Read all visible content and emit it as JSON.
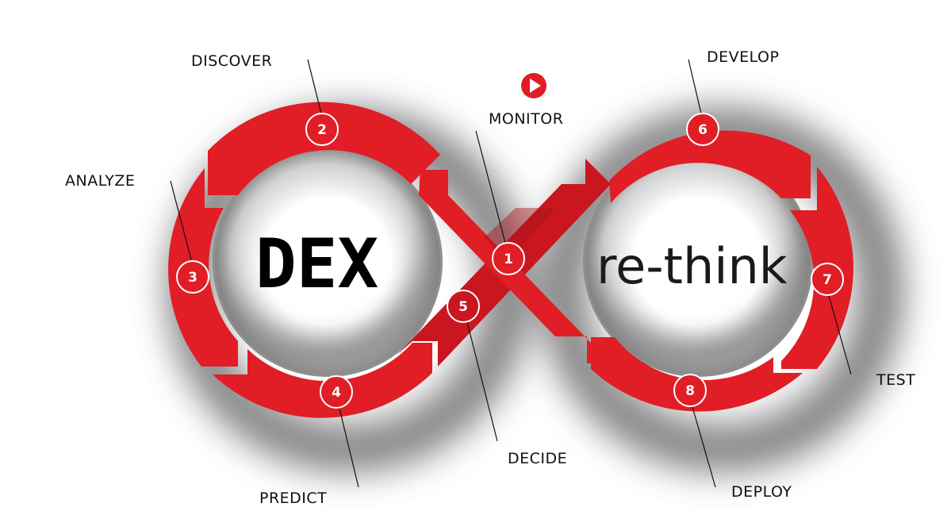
{
  "diagram": {
    "type": "infinity-loop-process",
    "colors": {
      "ring": "#e11d26",
      "ring_dark": "#b5141c",
      "badge_stroke": "#ffffff",
      "label_text": "#111111",
      "background": "#ffffff",
      "shadow": "#6b6b6b"
    },
    "left_center_text": "DEX",
    "right_center_text": "re-think",
    "monitor_icon": "play-circle-icon",
    "steps": [
      {
        "number": "1",
        "label": "MONITOR"
      },
      {
        "number": "2",
        "label": "DISCOVER"
      },
      {
        "number": "3",
        "label": "ANALYZE"
      },
      {
        "number": "4",
        "label": "PREDICT"
      },
      {
        "number": "5",
        "label": "DECIDE"
      },
      {
        "number": "6",
        "label": "DEVELOP"
      },
      {
        "number": "7",
        "label": "TEST"
      },
      {
        "number": "8",
        "label": "DEPLOY"
      }
    ]
  }
}
